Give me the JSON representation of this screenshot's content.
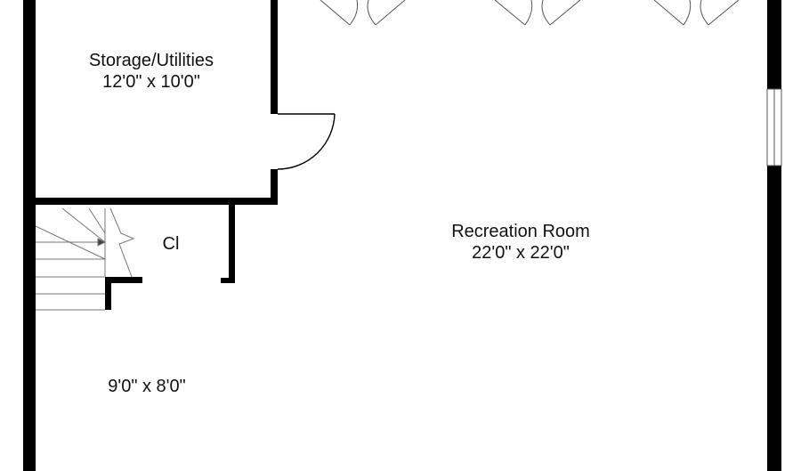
{
  "rooms": {
    "storage": {
      "name": "Storage/Utilities",
      "size": "12'0\" x 10'0\""
    },
    "recreation": {
      "name": "Recreation Room",
      "size": "22'0\" x 22'0\""
    },
    "closet": {
      "name": "Cl"
    },
    "stair_area": {
      "size": "9'0\" x 8'0\""
    }
  },
  "colors": {
    "wall": "#000000",
    "fixture": "#555555",
    "background": "#ffffff"
  }
}
